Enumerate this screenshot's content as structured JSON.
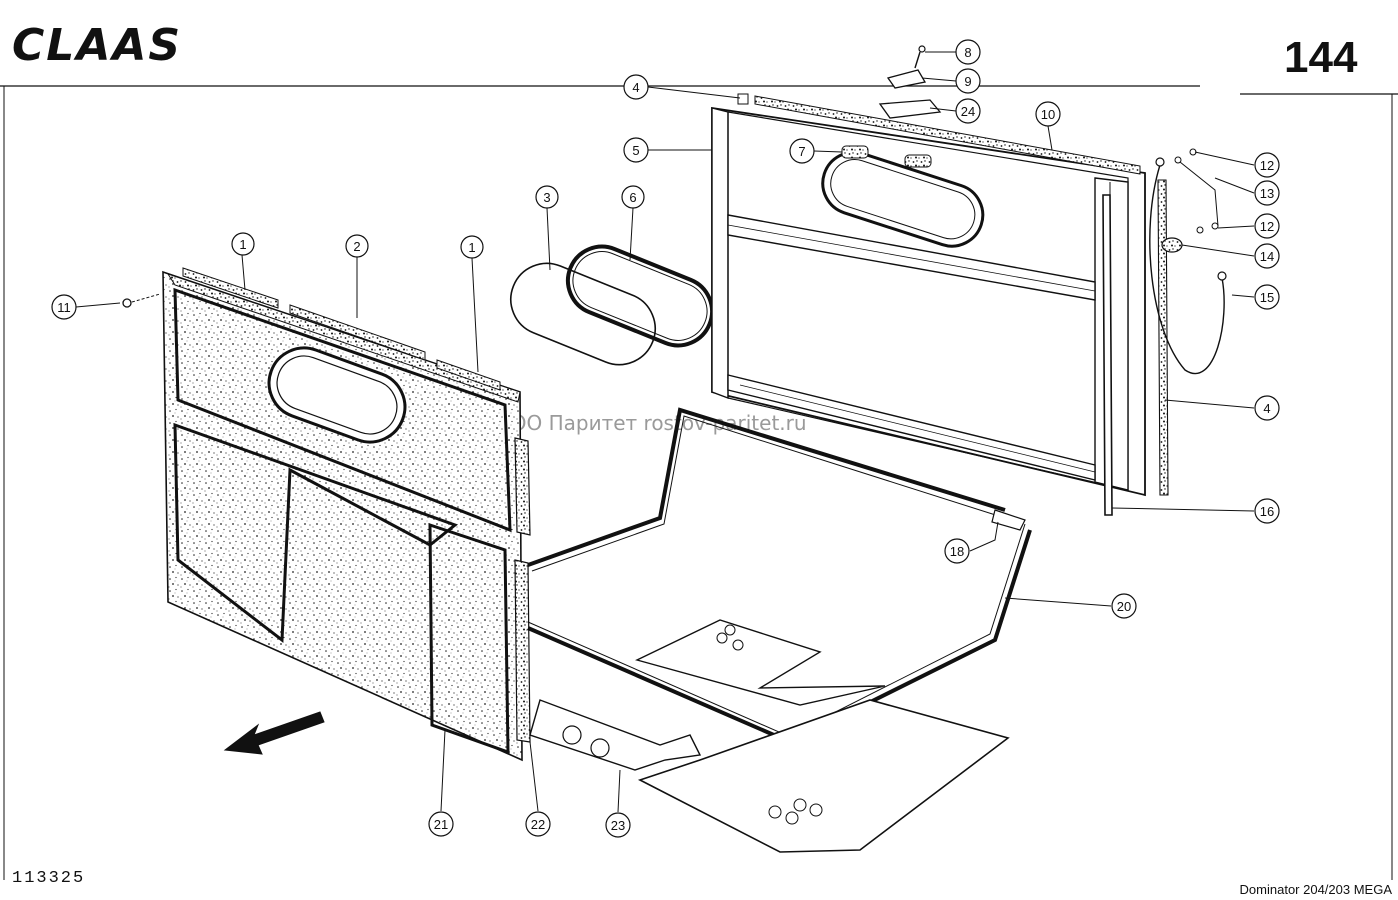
{
  "header": {
    "brand": "CLAAS",
    "page_number": "144"
  },
  "watermark": "ООО Паритет   rostov-paritet.ru",
  "footer": {
    "drawing_number": "113325",
    "model": "Dominator 204/203 MEGA"
  },
  "callouts": [
    "1",
    "2",
    "1",
    "11",
    "3",
    "6",
    "4",
    "5",
    "7",
    "8",
    "9",
    "24",
    "10",
    "12",
    "13",
    "12",
    "14",
    "15",
    "4",
    "16",
    "18",
    "20",
    "21",
    "22",
    "23"
  ],
  "colors": {
    "ink": "#111111",
    "paper": "#ffffff",
    "watermark": "#9a9a9a"
  }
}
